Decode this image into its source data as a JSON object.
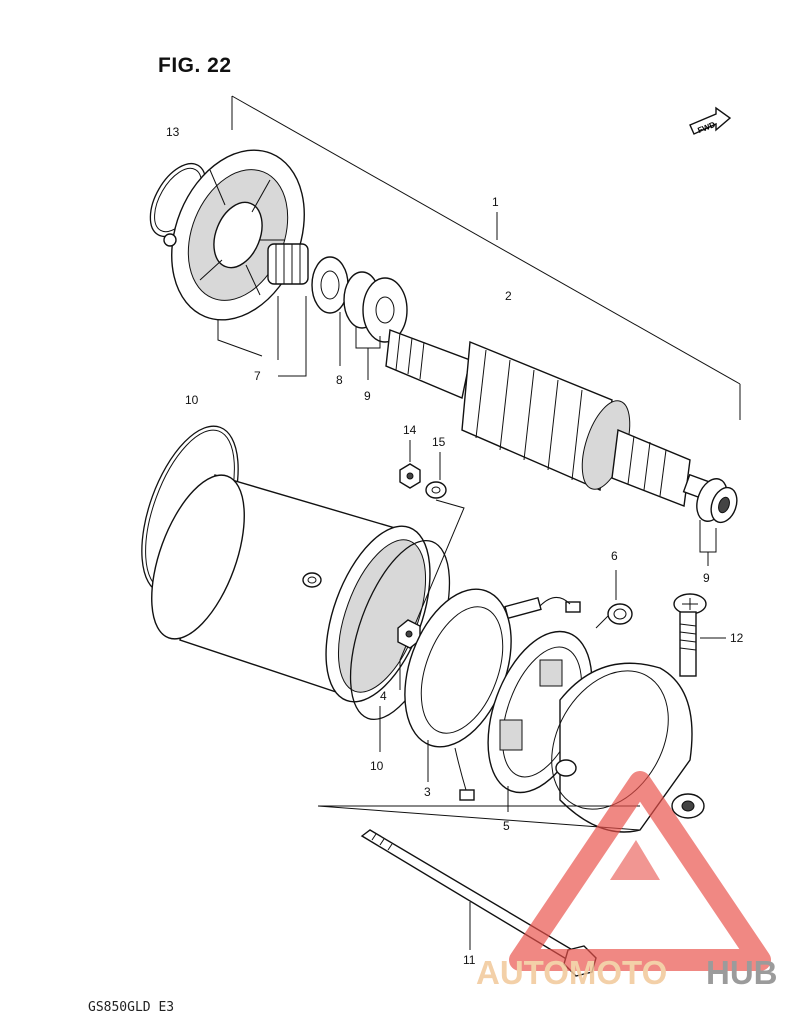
{
  "figure": {
    "title": "FIG. 22",
    "model": "GS850GLD  E3",
    "direction_tag": "FWD"
  },
  "callouts": [
    {
      "id": "c1",
      "label": "1"
    },
    {
      "id": "c2",
      "label": "2"
    },
    {
      "id": "c3",
      "label": "3"
    },
    {
      "id": "c4",
      "label": "4"
    },
    {
      "id": "c5",
      "label": "5"
    },
    {
      "id": "c6",
      "label": "6"
    },
    {
      "id": "c7",
      "label": "7"
    },
    {
      "id": "c8",
      "label": "8"
    },
    {
      "id": "c9a",
      "label": "9"
    },
    {
      "id": "c9b",
      "label": "9"
    },
    {
      "id": "c10a",
      "label": "10"
    },
    {
      "id": "c10b",
      "label": "10"
    },
    {
      "id": "c11",
      "label": "11"
    },
    {
      "id": "c12",
      "label": "12"
    },
    {
      "id": "c13",
      "label": "13"
    },
    {
      "id": "c14",
      "label": "14"
    },
    {
      "id": "c15",
      "label": "15"
    }
  ],
  "watermark": {
    "text_a": "AUTOMOTO",
    "text_b": "HUB",
    "colors": {
      "triangle": "#e8504a",
      "text_a": "#f2c89a",
      "text_b": "#8a8a8a"
    }
  }
}
